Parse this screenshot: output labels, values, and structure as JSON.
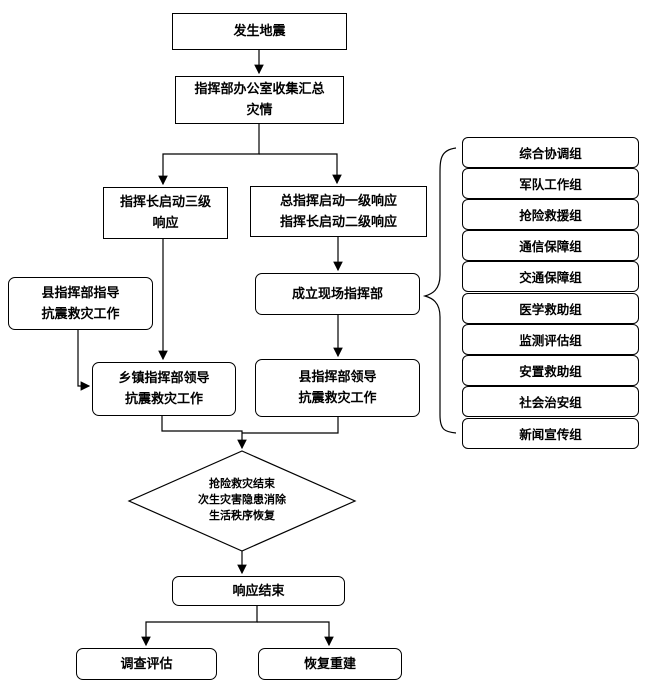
{
  "nodes": {
    "earthquake": "发生地震",
    "collect": "指挥部办公室收集汇总\n灾情",
    "level3": "指挥长启动三级\n响应",
    "level12": "总指挥启动一级响应\n指挥长启动二级响应",
    "onsite": "成立现场指挥部",
    "county_guide": "县指挥部指导\n抗震救灾工作",
    "town_lead": "乡镇指挥部领导\n抗震救灾工作",
    "county_lead": "县指挥部领导\n抗震救灾工作",
    "decision": "抢险救灾结束\n次生灾害隐患消除\n生活秩序恢复",
    "end": "响应结束",
    "investigate": "调查评估",
    "rebuild": "恢复重建"
  },
  "groups": [
    "综合协调组",
    "军队工作组",
    "抢险救援组",
    "通信保障组",
    "交通保障组",
    "医学救助组",
    "监测评估组",
    "安置救助组",
    "社会治安组",
    "新闻宣传组"
  ]
}
